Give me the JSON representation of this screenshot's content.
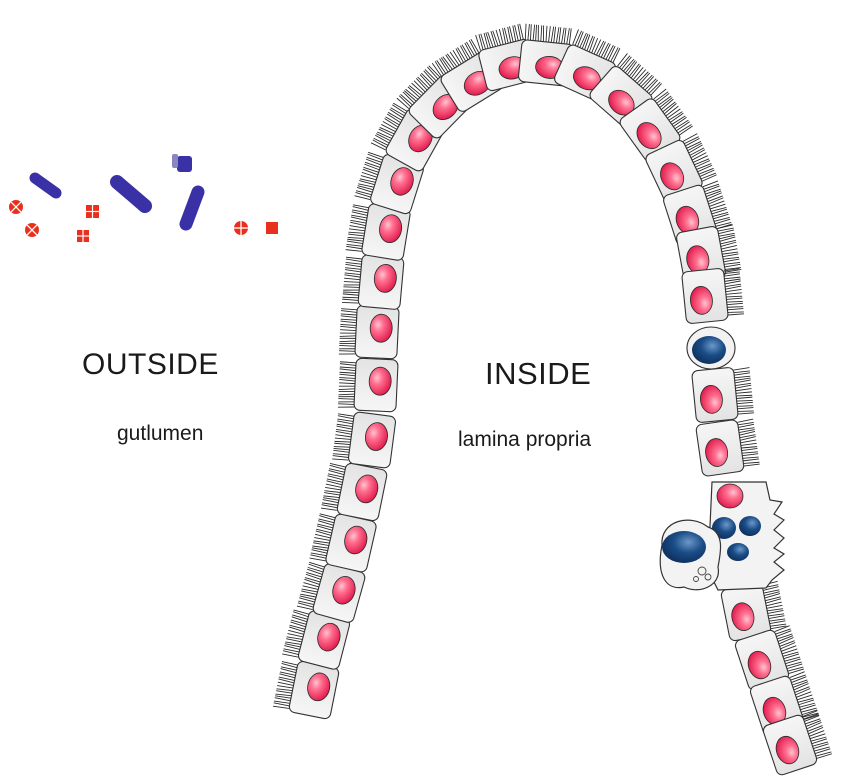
{
  "labels": {
    "outside_title": "OUTSIDE",
    "outside_subtitle": "gutlumen",
    "inside_title": "INSIDE",
    "inside_subtitle": "lamina propria"
  },
  "colors": {
    "nucleus": "#e8244f",
    "nucleus_highlight": "#ffb3c4",
    "cell_fill": "#ededed",
    "cell_stroke": "#333333",
    "immune_cell": "#0f3a6e",
    "rod_bacteria": "#3b31a6",
    "particles": "#e8301c"
  }
}
